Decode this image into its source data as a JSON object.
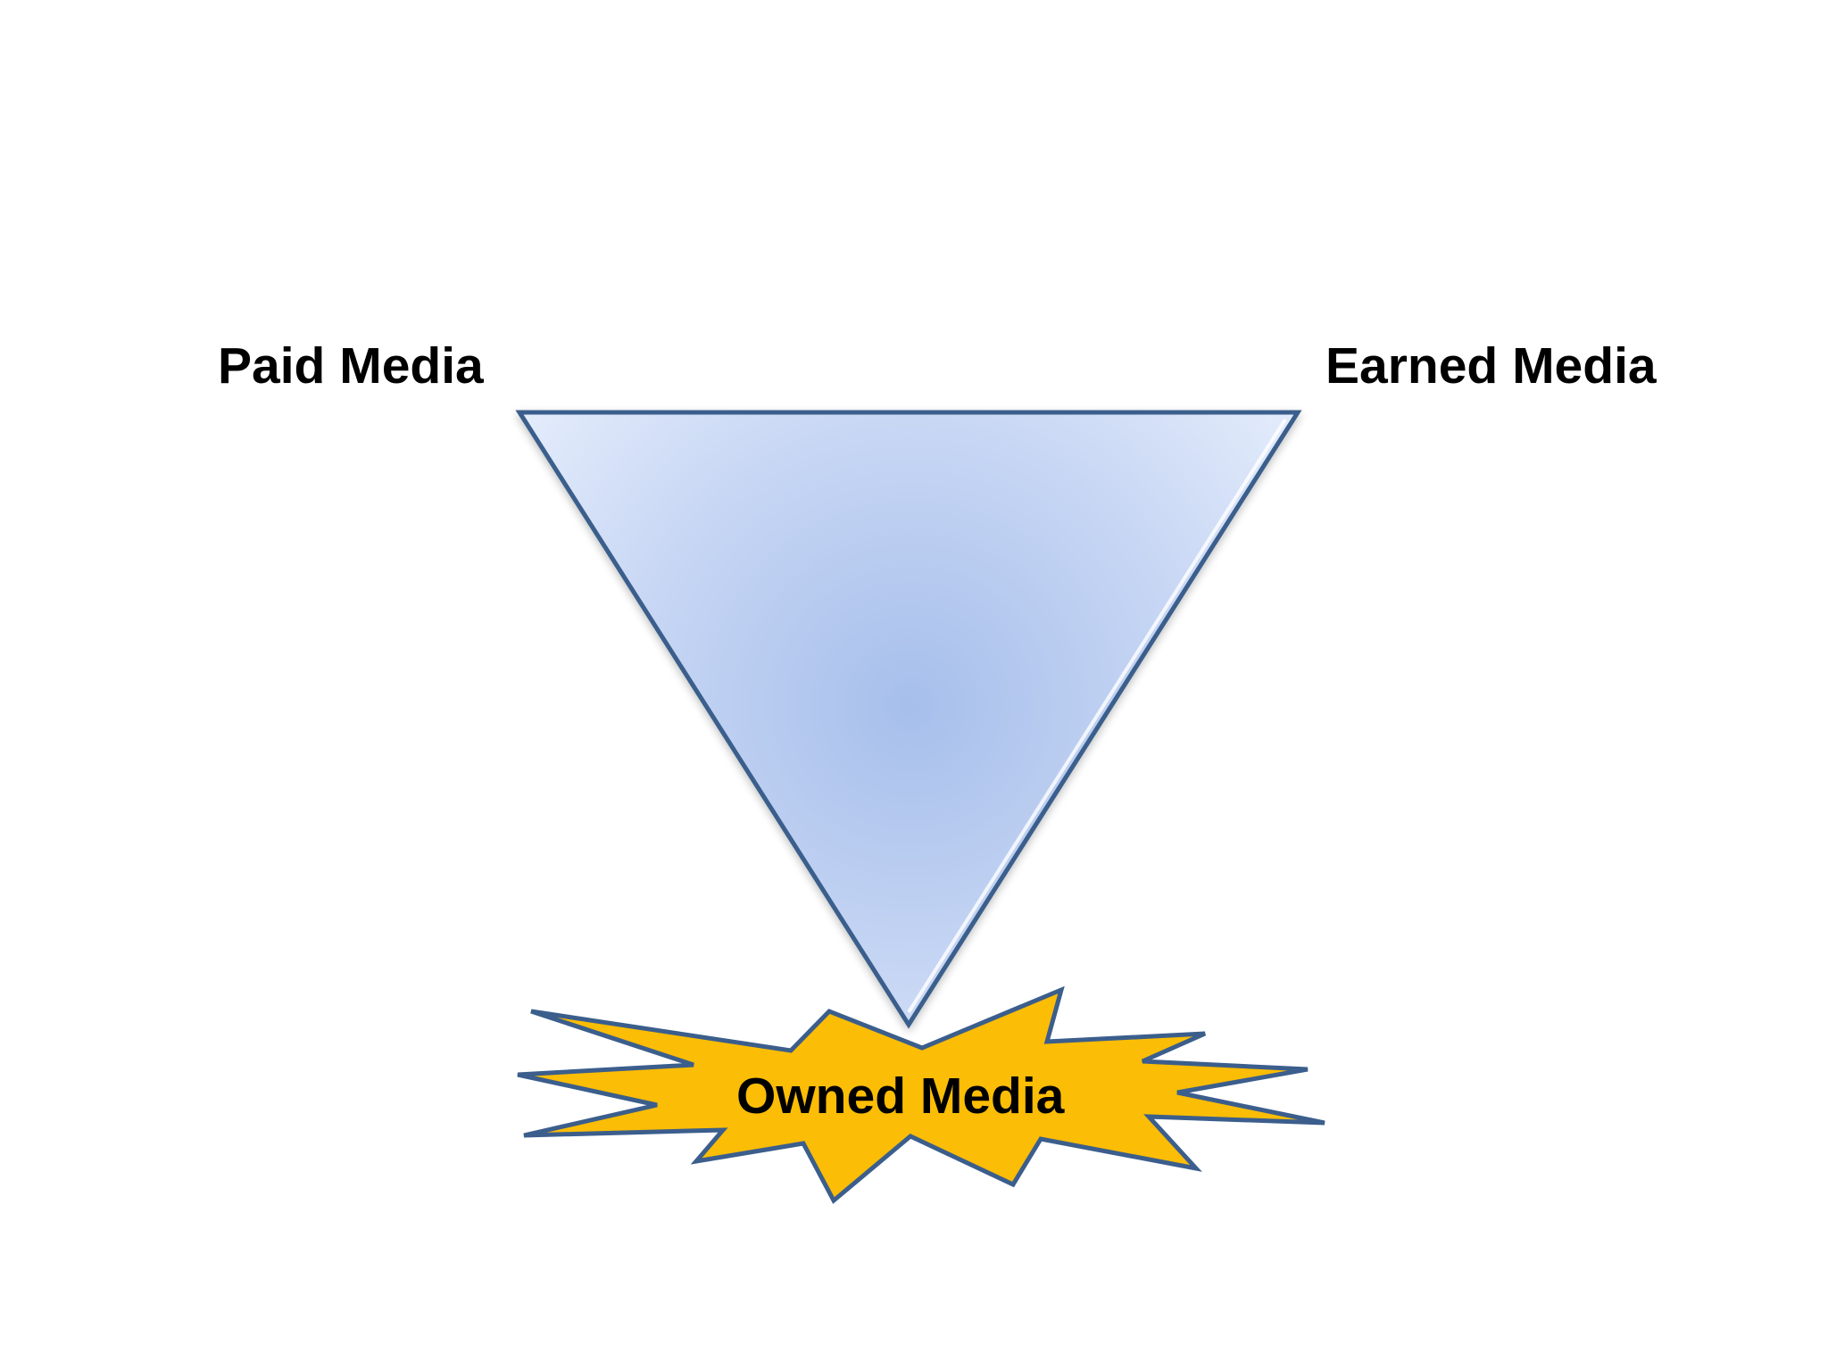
{
  "diagram": {
    "top_left_label": "Paid Media",
    "top_right_label": "Earned Media",
    "bottom_label": "Owned Media",
    "colors": {
      "triangle_center": "#a8c0ec",
      "triangle_edge": "#e6eefc",
      "outline": "#3b5e8c",
      "burst_fill": "#fbbd05",
      "text": "#000000"
    }
  }
}
